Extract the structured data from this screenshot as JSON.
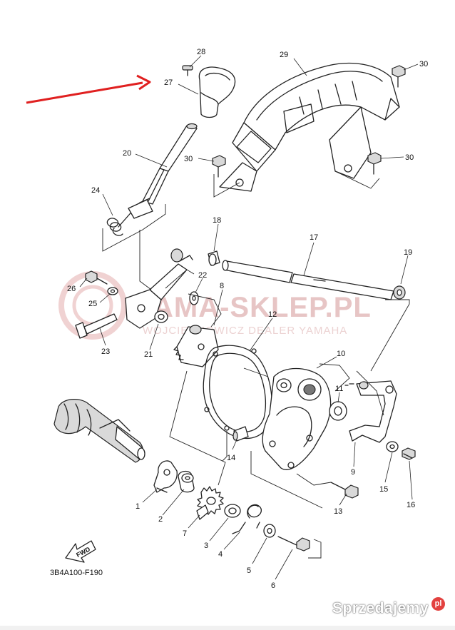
{
  "diagram": {
    "reference_code": "3B4A100-F190",
    "fwd_label": "FWD",
    "watermark": {
      "main": "YAMA-SKLEP.PL",
      "sub": "WOJCIECHOWICZ DEALER YAMAHA"
    },
    "part_labels": {
      "p1": "1",
      "p2": "2",
      "p3": "3",
      "p4": "4",
      "p5": "5",
      "p6": "6",
      "p7": "7",
      "p8": "8",
      "p9": "9",
      "p10": "10",
      "p11": "11",
      "p12": "12",
      "p13": "13",
      "p14": "14",
      "p15": "15",
      "p16": "16",
      "p17": "17",
      "p18": "18",
      "p19": "19",
      "p20": "20",
      "p21": "21",
      "p22": "22",
      "p23": "23",
      "p24": "24",
      "p25": "25",
      "p26": "26",
      "p27": "27",
      "p28": "28",
      "p29": "29",
      "p30a": "30",
      "p30b": "30",
      "p30c": "30"
    },
    "arrow_color": "#e02020"
  },
  "site_badge": {
    "name": "Sprzedajemy",
    "dot": "pl"
  }
}
